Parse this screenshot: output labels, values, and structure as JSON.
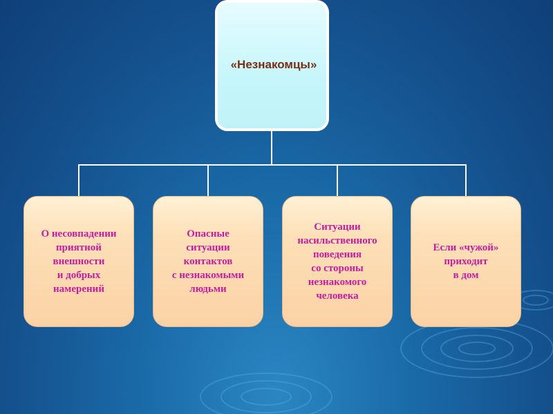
{
  "diagram": {
    "root": {
      "label": "«Незнакомцы»"
    },
    "children": [
      {
        "label": "О несовпадении\nприятной\nвнешности\nи добрых\nнамерений"
      },
      {
        "label": "Опасные\nситуации\nконтактов\nс незнакомыми\nлюдьми"
      },
      {
        "label": "Ситуации\nнасильственного\nповедения\nсо стороны\nнезнакомого\nчеловека"
      },
      {
        "label": "Если «чужой»\nприходит\nв дом"
      }
    ],
    "colors": {
      "background": "#1a6aa8",
      "root_fill": "#c6f6fb",
      "root_text": "#7a2e12",
      "child_fill": "#fbd2a5",
      "child_text": "#c81ba0",
      "connector": "#ffffff"
    }
  }
}
